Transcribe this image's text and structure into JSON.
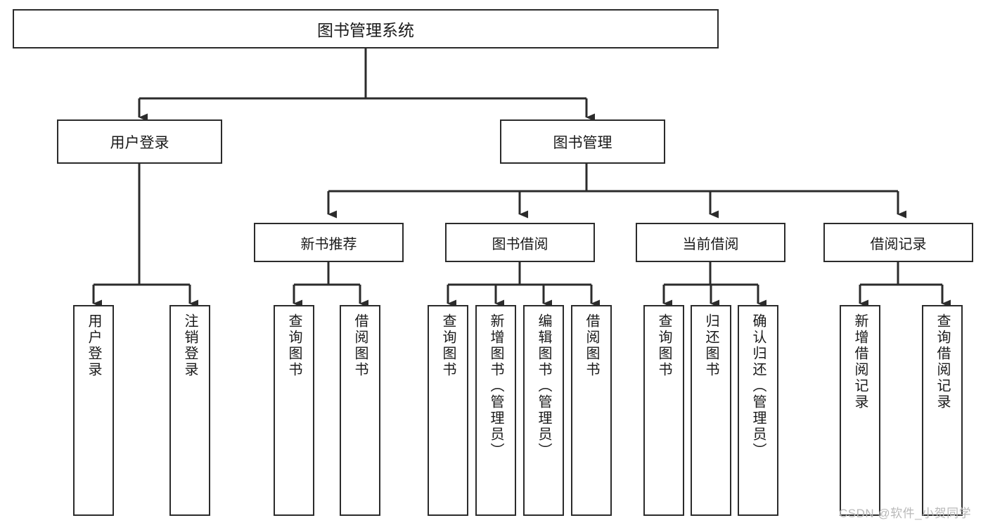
{
  "diagram": {
    "type": "hierarchy-tree",
    "title": "图书管理系统",
    "watermark": "CSDN @软件_小贺同学",
    "root": {
      "label": "图书管理系统"
    },
    "level2": [
      {
        "label": "用户登录"
      },
      {
        "label": "图书管理"
      }
    ],
    "level3": [
      {
        "label": "新书推荐"
      },
      {
        "label": "图书借阅"
      },
      {
        "label": "当前借阅"
      },
      {
        "label": "借阅记录"
      }
    ],
    "leaves": {
      "user_login": [
        {
          "label": "用户登录"
        },
        {
          "label": "注销登录"
        }
      ],
      "new_book_recommend": [
        {
          "label": "查询图书"
        },
        {
          "label": "借阅图书"
        }
      ],
      "book_borrow": [
        {
          "label": "查询图书"
        },
        {
          "label": "新增图书（管理员）"
        },
        {
          "label": "编辑图书（管理员）"
        },
        {
          "label": "借阅图书"
        }
      ],
      "current_borrow": [
        {
          "label": "查询图书"
        },
        {
          "label": "归还图书"
        },
        {
          "label": "确认归还（管理员）"
        }
      ],
      "borrow_record": [
        {
          "label": "新增借阅记录"
        },
        {
          "label": "查询借阅记录"
        }
      ]
    },
    "colors": {
      "stroke": "#2b2b2b",
      "fill": "#ffffff",
      "text": "#1a1a1a",
      "watermark": "#b9b9b9"
    }
  }
}
